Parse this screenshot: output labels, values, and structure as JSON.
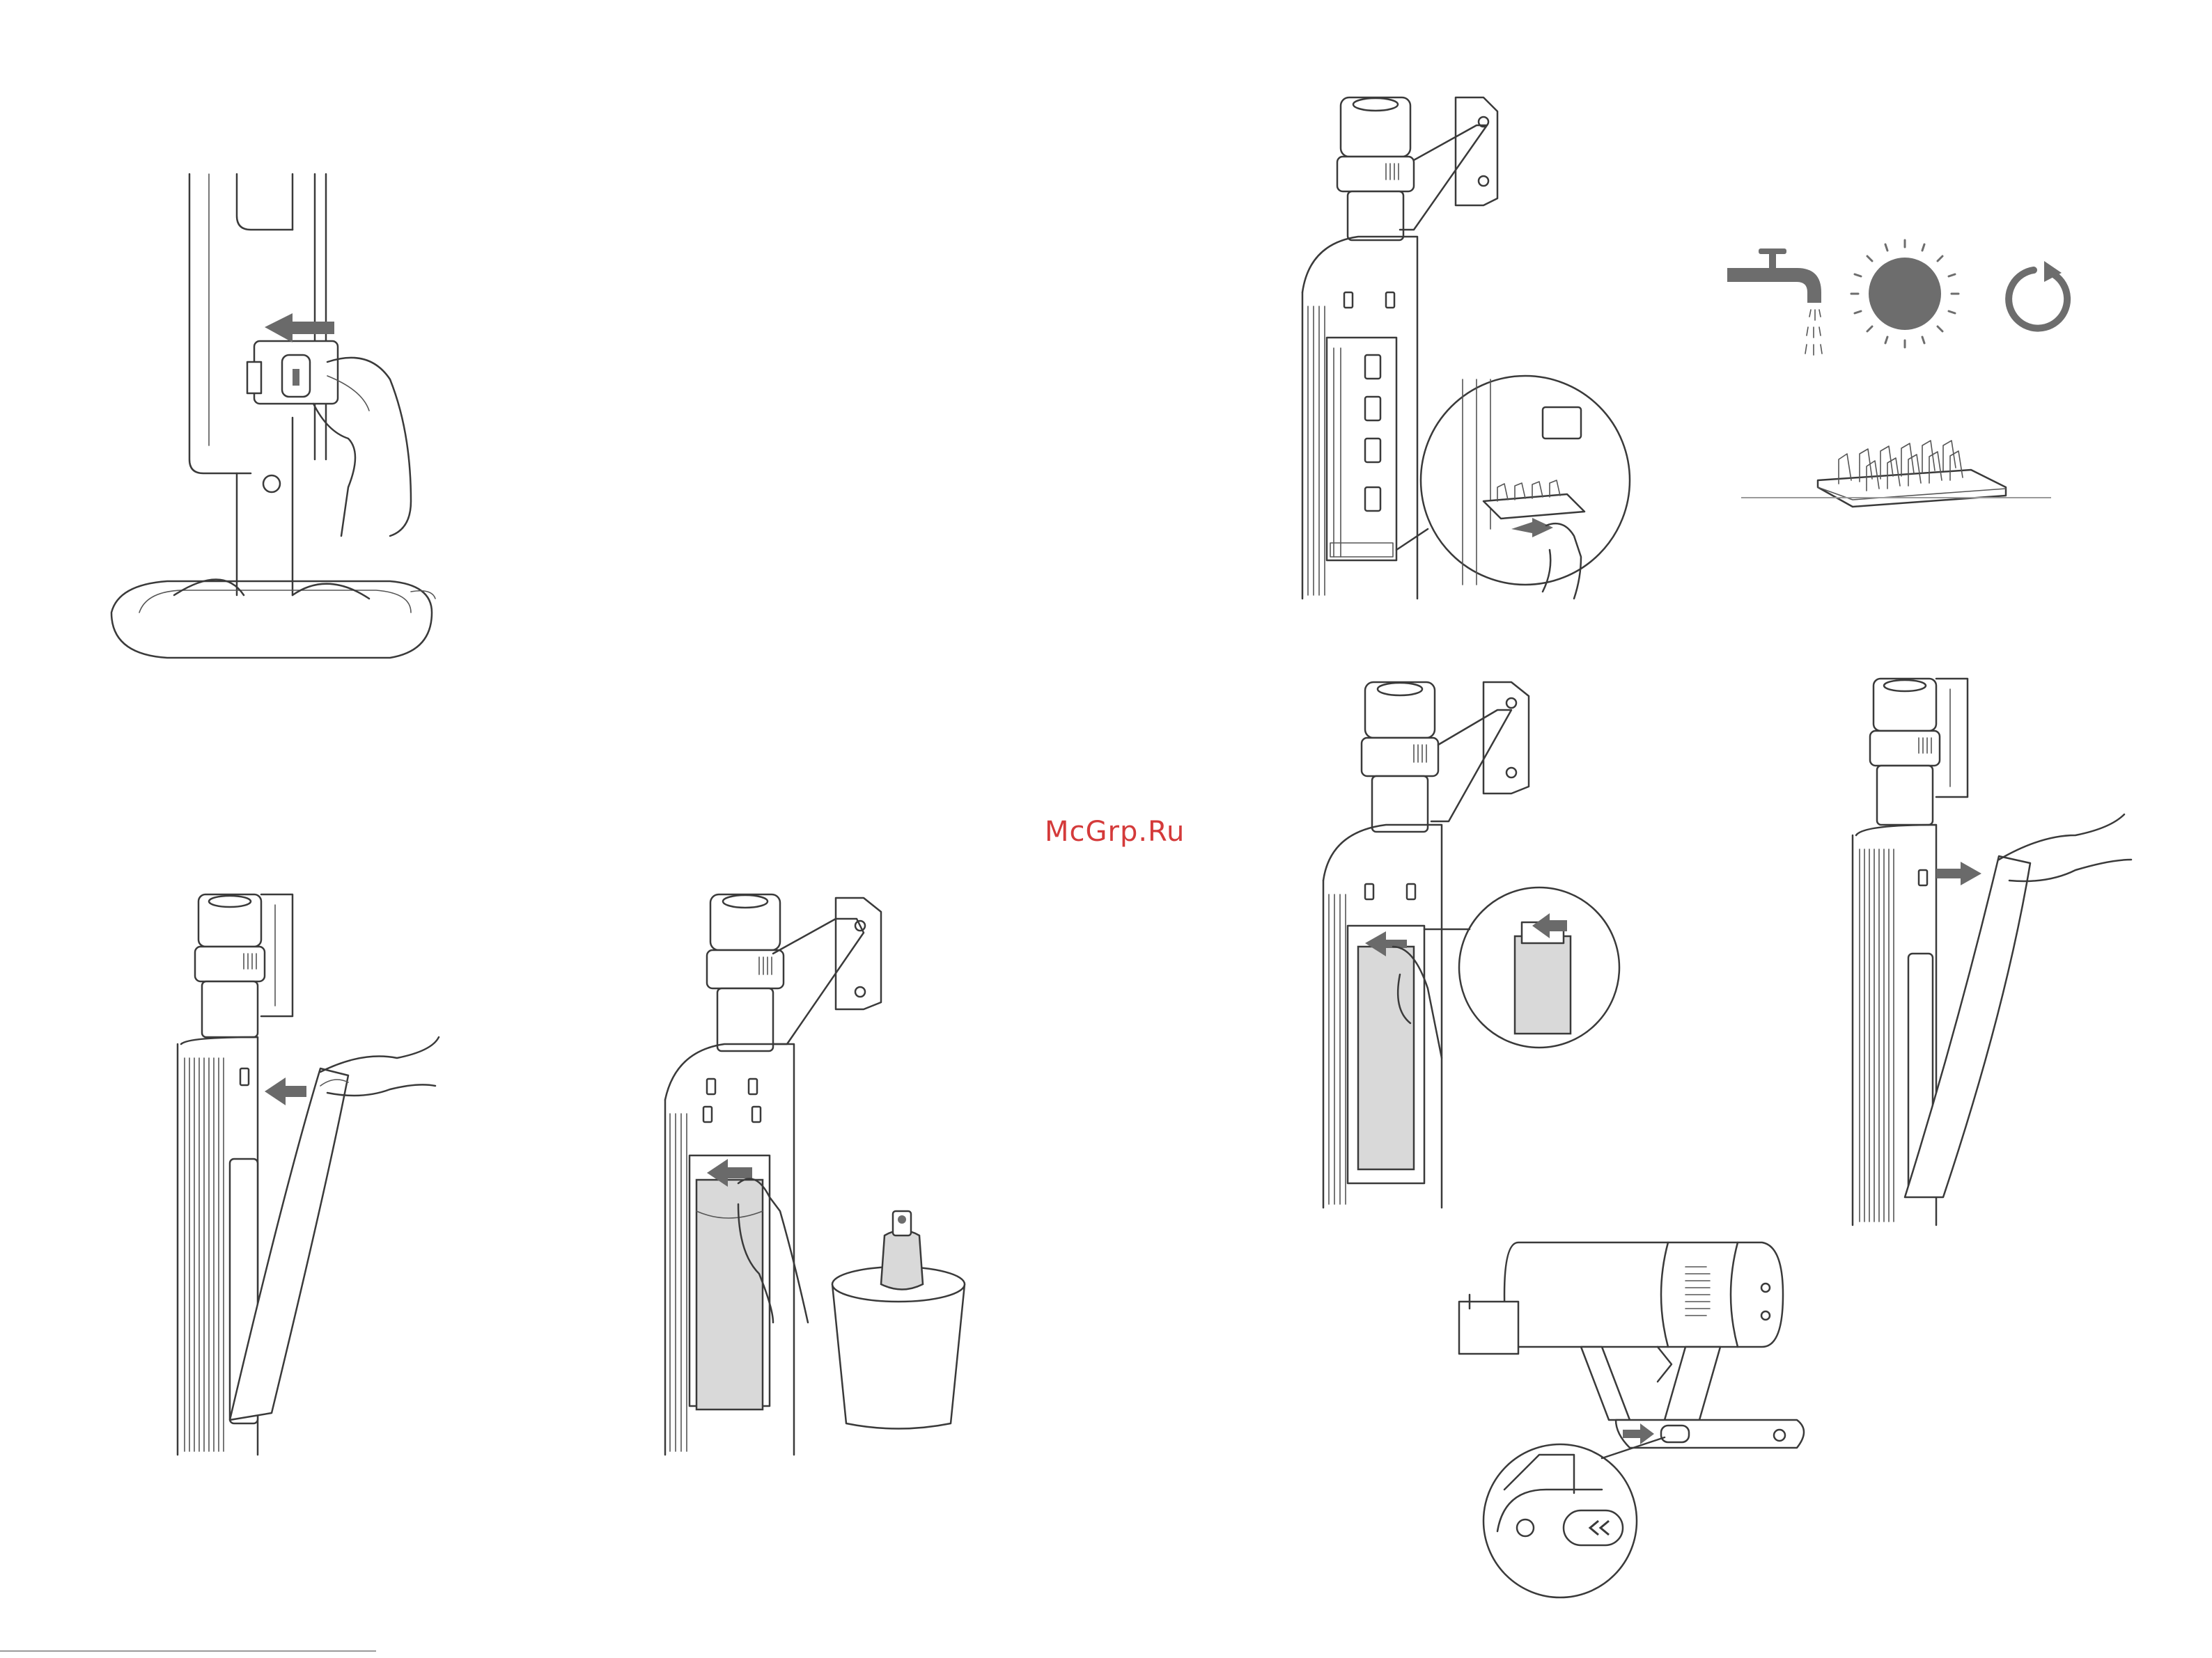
{
  "watermark": {
    "text": "McGrp.Ru"
  },
  "icons": {
    "step_a": "dock-clip-removal-illustration",
    "step_b": "open-cover-illustration",
    "step_c": "remove-dust-bag-illustration",
    "step_d": "remove-filter-illustration",
    "step_e": "wash-dry-reuse-icons",
    "step_f": "insert-dust-bag-illustration",
    "step_g": "close-cover-illustration",
    "step_h": "handheld-release-button-illustration"
  },
  "colors": {
    "line": "#3a3a3a",
    "fill_gray": "#d9d9d9",
    "arrow": "#6a6a6a",
    "watermark": "#d43a3a"
  }
}
